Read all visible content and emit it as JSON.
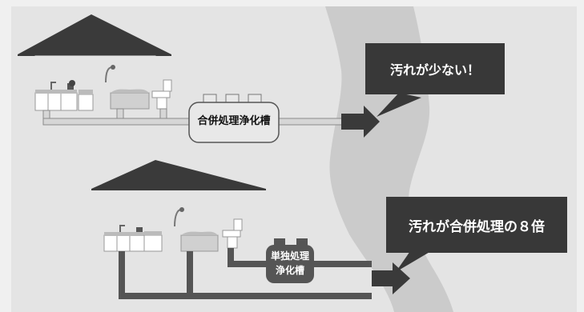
{
  "house1": {
    "tank_label": "合併処理浄化槽",
    "bubble_text": "汚れが少ない！"
  },
  "house2": {
    "tank_label_line1": "単独処理",
    "tank_label_line2": "浄化槽",
    "bubble_text": "汚れが合併処理の８倍"
  },
  "colors": {
    "background": "#e4e4e4",
    "river": "#cbcbcb",
    "roof": "#3a3a3a",
    "pipe_light": "#d6d6d6",
    "pipe_dark": "#555555",
    "bubble": "#383838"
  }
}
